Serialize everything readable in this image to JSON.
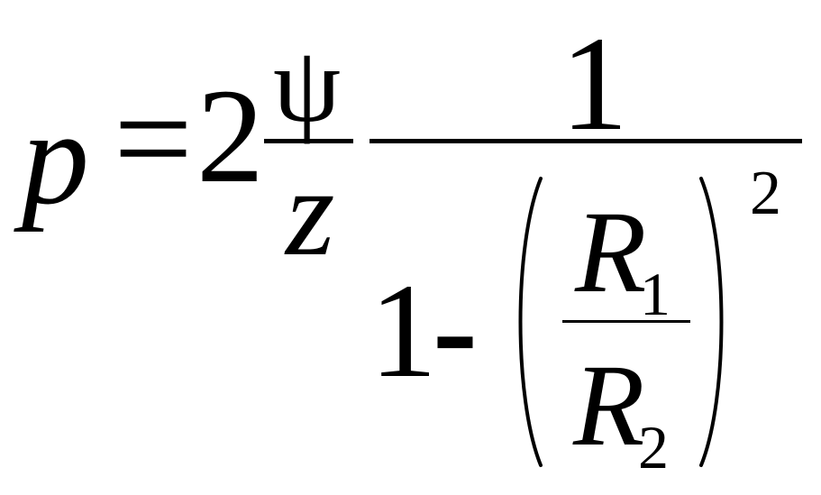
{
  "formula": {
    "lhs": "p",
    "equals": "=",
    "coefficient": "2",
    "psi_fraction": {
      "numerator": "ψ",
      "denominator": "z"
    },
    "main_fraction": {
      "numerator": "1",
      "denominator": {
        "one": "1",
        "minus": "-",
        "ratio": {
          "numerator_base": "R",
          "numerator_subscript": "1",
          "denominator_base": "R",
          "denominator_subscript": "2"
        },
        "exponent": "2"
      }
    }
  },
  "colors": {
    "text": "#000000",
    "background": "#ffffff"
  }
}
